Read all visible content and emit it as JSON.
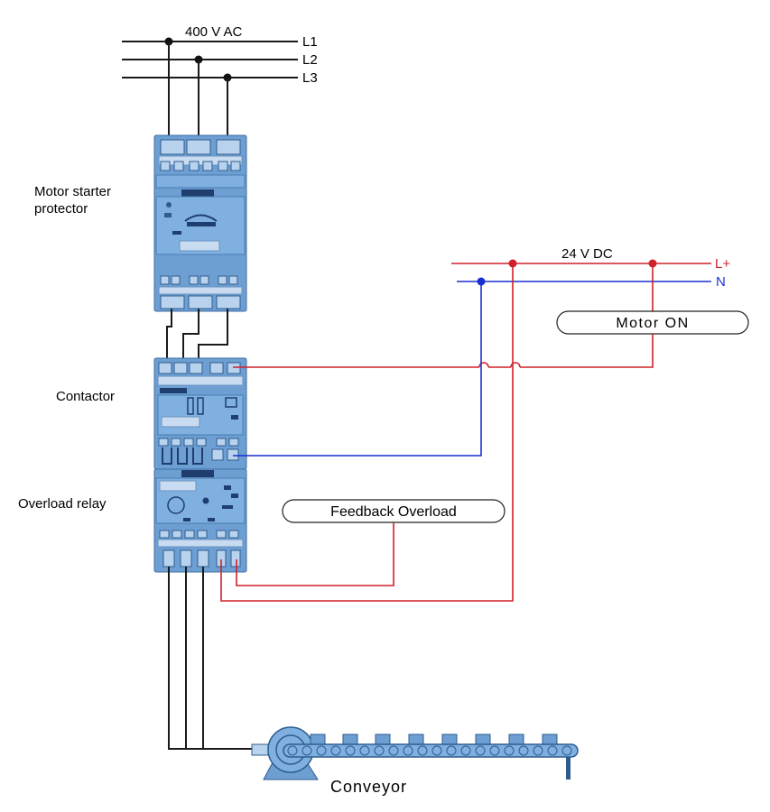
{
  "supply_ac": {
    "label": "400 V AC",
    "phases": [
      "L1",
      "L2",
      "L3"
    ]
  },
  "supply_dc": {
    "label": "24 V DC",
    "plus": "L+",
    "neutral": "N"
  },
  "devices": {
    "msp": "Motor starter\nprotector",
    "msp_line1": "Motor starter",
    "msp_line2": "protector",
    "contactor": "Contactor",
    "overload": "Overload relay"
  },
  "signals": {
    "motor_on": "Motor ON",
    "feedback": "Feedback Overload"
  },
  "load": {
    "label": "Conveyor"
  },
  "colors": {
    "dc_plus": "#d0202a",
    "dc_neutral": "#1b2fd1",
    "device": "#6e9fd3",
    "wire": "#1a1a1a"
  }
}
